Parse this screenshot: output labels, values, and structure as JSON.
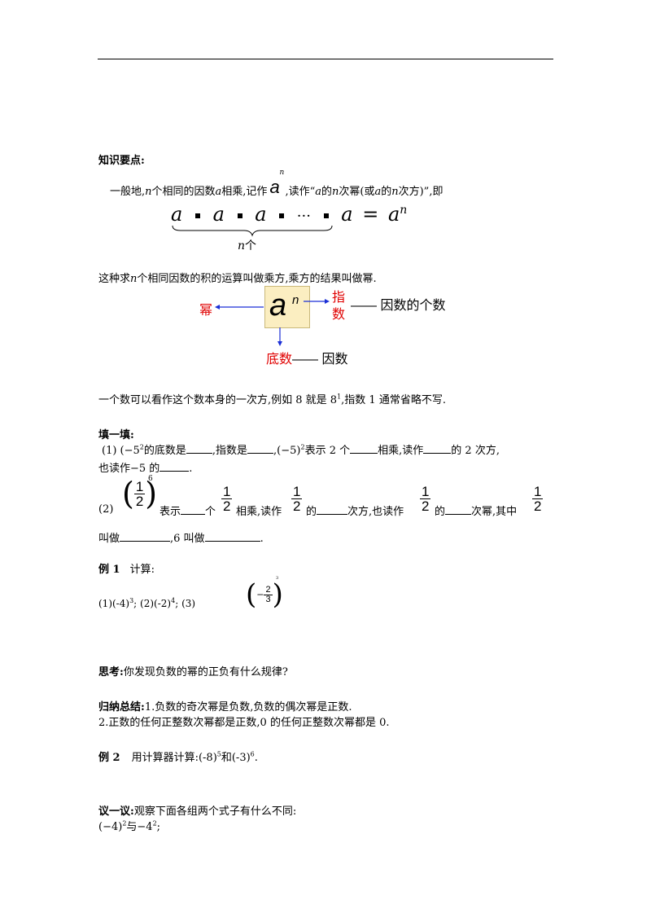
{
  "header_rule": true,
  "knowledge": {
    "title": "知识要点:",
    "line1_pre": "一般地,",
    "n": "n",
    "line1_mid1": "个相同的因数",
    "a": "a",
    "line1_mid2": "相乘,记作",
    "power_base": "a",
    "power_exp": "n",
    "line1_post_a": ",读作“",
    "line1_post_b": "的",
    "line1_post_c": "次幂(或",
    "line1_post_d": "的",
    "line1_post_e": "次方)”,即",
    "formula_terms": [
      "a",
      "a",
      "a",
      "···",
      "a"
    ],
    "formula_eq": "=",
    "formula_rhs_base": "a",
    "formula_rhs_exp": "n",
    "brace_label_n": "n",
    "brace_label": "个",
    "definition_pre": "这种求",
    "definition_post": "个相同因数的积的运算叫做乘方,乘方的结果叫做幂."
  },
  "diagram": {
    "box_base": "a",
    "box_exp": "n",
    "power_label": "幂",
    "exponent_label_1": "指",
    "exponent_label_2": "数",
    "exponent_desc": "—— 因数的个数",
    "base_label": "底数",
    "base_desc": "—— 因数",
    "box_color": "#fbeec1",
    "arrow_color": "#1a2fd6",
    "label_color": "#e00000"
  },
  "first_power": {
    "text_pre": "一个数可以看作这个数本身的一次方,例如 8 就是 8",
    "sup": "1",
    "text_post": ",指数 1 通常省略不写."
  },
  "fill_in": {
    "title": "填一填:",
    "q1_a": "(1) (−5",
    "q1_sup1": "2",
    "q1_b": "的底数是",
    "q1_c": ",指数是",
    "q1_d": ",(−5)",
    "q1_sup2": "2",
    "q1_e": "表示 2 个",
    "q1_f": "相乘,读作",
    "q1_g": "的 2 次方,",
    "q1_line2_a": "也读作−5 的",
    "q1_line2_b": ".",
    "q2_label": "(2)",
    "frac_num": "1",
    "frac_den": "2",
    "q2_exp": "6",
    "q2_a": "表示",
    "q2_b": "个",
    "q2_c": "相乘,读作",
    "q2_d": "的",
    "q2_e": "次方,也读作",
    "q2_f": "的",
    "q2_g": "次幂,其中",
    "q2_line2_a": "叫做",
    "q2_line2_b": ",6 叫做",
    "q2_line2_c": "."
  },
  "example1": {
    "label": "例 1",
    "title": "计算:",
    "p1": "(1)(-4)",
    "p1_sup": "3",
    "p1_end": ";",
    "p2": "(2)(-2)",
    "p2_sup": "4",
    "p2_end": ";",
    "p3": "(3)",
    "p3_minus": "−",
    "p3_num": "2",
    "p3_den": "3",
    "p3_exp": "3",
    "p3_end": "."
  },
  "think": {
    "label": "思考:",
    "text": "你发现负数的幂的正负有什么规律?"
  },
  "summary": {
    "label": "归纳总结:",
    "line1": "1.负数的奇次幂是负数,负数的偶次幂是正数.",
    "line2": "2.正数的任何正整数次幂都是正数,0 的任何正整数次幂都是 0."
  },
  "example2": {
    "label": "例 2",
    "text_a": "用计算器计算:(-8)",
    "sup1": "5",
    "text_b": "和(-3)",
    "sup2": "6",
    "text_c": "."
  },
  "discuss": {
    "label": "议一议:",
    "text": "观察下面各组两个式子有什么不同:",
    "line2_a": "(−4)",
    "sup1": "2",
    "line2_b": "与−4",
    "sup2": "2",
    "line2_c": ";"
  }
}
